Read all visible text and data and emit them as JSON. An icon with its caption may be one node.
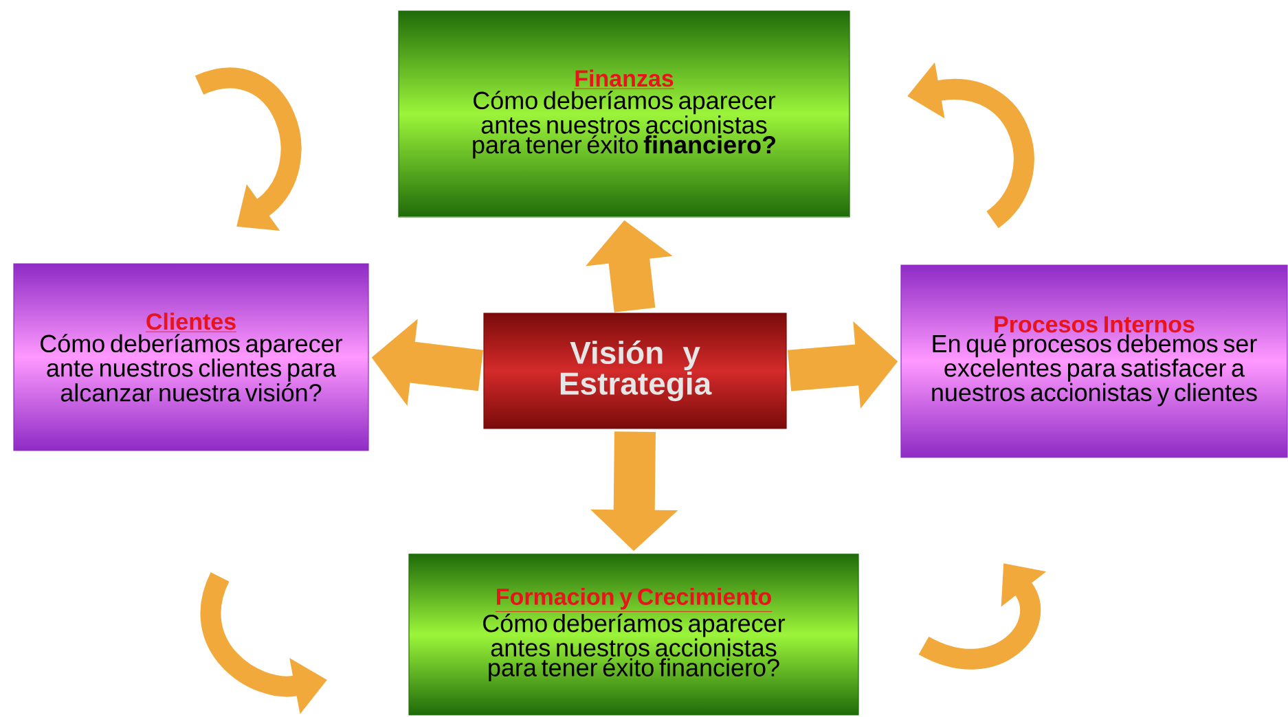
{
  "diagram": {
    "nodes": [
      {
        "text": [
          "Finanzas",
          "Cómo deberíamos aparecer antes nuestros accionistas para tener éxito **financiero?**"
        ]
      },
      {
        "text": [
          "Clientes",
          "Cómo deberíamos aparecer ante nuestros clientes para alcanzar nuestra visión?"
        ]
      },
      {
        "text": [
          "Visión y Estrategia"
        ]
      },
      {
        "text": [
          "Procesos Internos",
          "En qué procesos debemos ser excelentes para satisfacer a  nuestros accionistas y clientes"
        ]
      },
      {
        "text": [
          "Formacion y Crecimiento",
          "Cómo deberíamos aparecer antes nuestros accionistas para tener éxito financiero?"
        ]
      }
    ],
    "edges": [
      {
        "from": 2,
        "to": 0,
        "arrow": "to"
      },
      {
        "from": 2,
        "to": 1,
        "arrow": "to"
      },
      {
        "from": 2,
        "to": 3,
        "arrow": "to"
      },
      {
        "from": 2,
        "to": 4,
        "arrow": "to"
      }
    ]
  }
}
